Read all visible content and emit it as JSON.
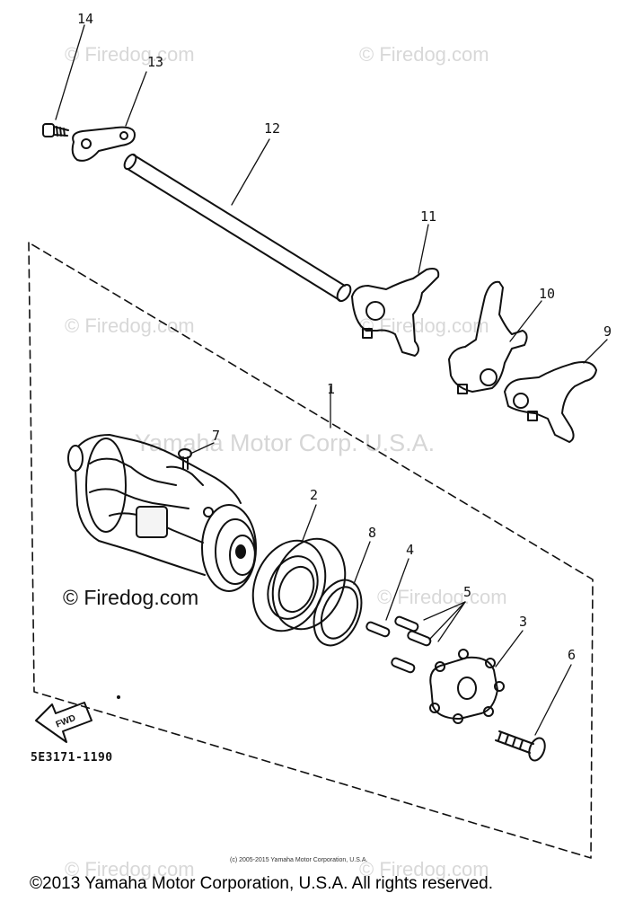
{
  "watermarks": {
    "w1": "© Firedog.com",
    "w2": "© Firedog.com",
    "w3": "© Firedog.com",
    "w4": "© Firedog.com",
    "w5": "© Firedog.com",
    "w6": "© Firedog.com",
    "w7": "© Firedog.com",
    "center": "Yamaha Motor Corp. U.S.A.",
    "dark": "© Firedog.com"
  },
  "callouts": {
    "c1": "1",
    "c2": "2",
    "c3": "3",
    "c4": "4",
    "c5": "5",
    "c6": "6",
    "c7": "7",
    "c8": "8",
    "c9": "9",
    "c10": "10",
    "c11": "11",
    "c12": "12",
    "c13": "13",
    "c14": "14"
  },
  "fwd_label": "FWD",
  "part_code": "5E3171-1190",
  "small_copyright": "(c) 2005-2015 Yamaha Motor Corporation, U.S.A.",
  "footer_copyright": "©2013 Yamaha Motor Corporation, U.S.A. All rights reserved."
}
